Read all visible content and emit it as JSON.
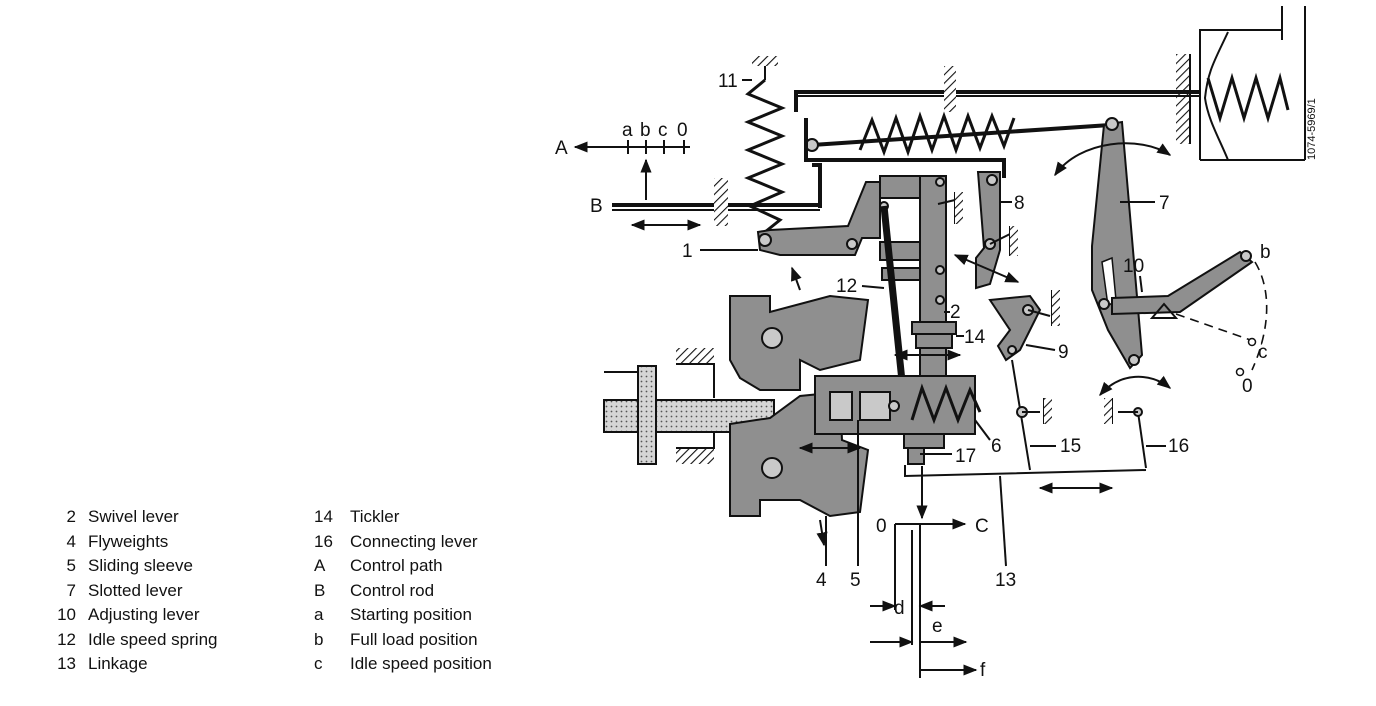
{
  "diagram": {
    "image_code": "1074-5969/1",
    "part_labels": [
      "1",
      "2",
      "4",
      "5",
      "6",
      "7",
      "8",
      "9",
      "10",
      "11",
      "12",
      "13",
      "14",
      "15",
      "16",
      "17"
    ],
    "letter_labels": {
      "A": "A",
      "B": "B",
      "a": "a",
      "b": "b",
      "c": "c",
      "zero": "0",
      "b_lever": "b",
      "c_lever": "c",
      "zero_lever": "0",
      "zero_path": "0",
      "C": "C",
      "d": "d",
      "e": "e",
      "f": "f"
    }
  },
  "legend": {
    "left": [
      {
        "num": "2",
        "text": "Swivel lever"
      },
      {
        "num": "4",
        "text": "Flyweights"
      },
      {
        "num": "5",
        "text": "Sliding sleeve"
      },
      {
        "num": "7",
        "text": "Slotted lever"
      },
      {
        "num": "10",
        "text": "Adjusting lever"
      },
      {
        "num": "12",
        "text": "Idle speed spring"
      },
      {
        "num": "13",
        "text": "Linkage"
      }
    ],
    "right": [
      {
        "key": "14",
        "text": "Tickler"
      },
      {
        "key": "16",
        "text": "Connecting lever"
      },
      {
        "key": "A",
        "text": "Control path"
      },
      {
        "key": "B",
        "text": "Control rod"
      },
      {
        "key": "a",
        "text": "Starting position"
      },
      {
        "key": "b",
        "text": "Full load position"
      },
      {
        "key": "c",
        "text": "Idle speed position"
      }
    ]
  }
}
